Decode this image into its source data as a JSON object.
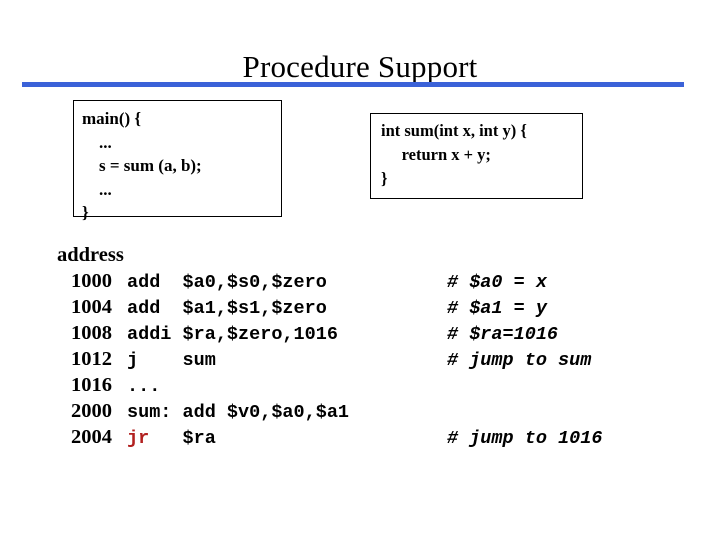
{
  "slide": {
    "title": "Procedure Support",
    "rule_color": "#3b62d8"
  },
  "code_boxes": [
    {
      "name": "caller",
      "lines": [
        "main() {",
        "    ...",
        "    s = sum (a, b);",
        "    ...",
        "}"
      ]
    },
    {
      "name": "callee",
      "lines": [
        "int sum(int x, int y) {",
        "     return x + y;",
        "}"
      ]
    }
  ],
  "assembly": {
    "heading": "address",
    "mnemonic_highlight_color": "#b2201f",
    "rows": [
      {
        "address": "1000",
        "code": "add  $a0,$s0,$zero",
        "comment": "# $a0 = x",
        "highlight": false
      },
      {
        "address": "1004",
        "code": "add  $a1,$s1,$zero",
        "comment": "# $a1 = y",
        "highlight": false
      },
      {
        "address": "1008",
        "code": "addi $ra,$zero,1016",
        "comment": "# $ra=1016",
        "highlight": false
      },
      {
        "address": "1012",
        "code": "j    sum",
        "comment": "# jump to sum",
        "highlight": false
      },
      {
        "address": "1016",
        "code": "...",
        "comment": "",
        "highlight": false
      },
      {
        "address": "2000",
        "code": "sum: add $v0,$a0,$a1",
        "comment": "",
        "highlight": false
      },
      {
        "address": "2004",
        "code_prefix": "jr",
        "code_rest": "   $ra",
        "comment": "# jump to 1016",
        "highlight": true
      }
    ]
  }
}
